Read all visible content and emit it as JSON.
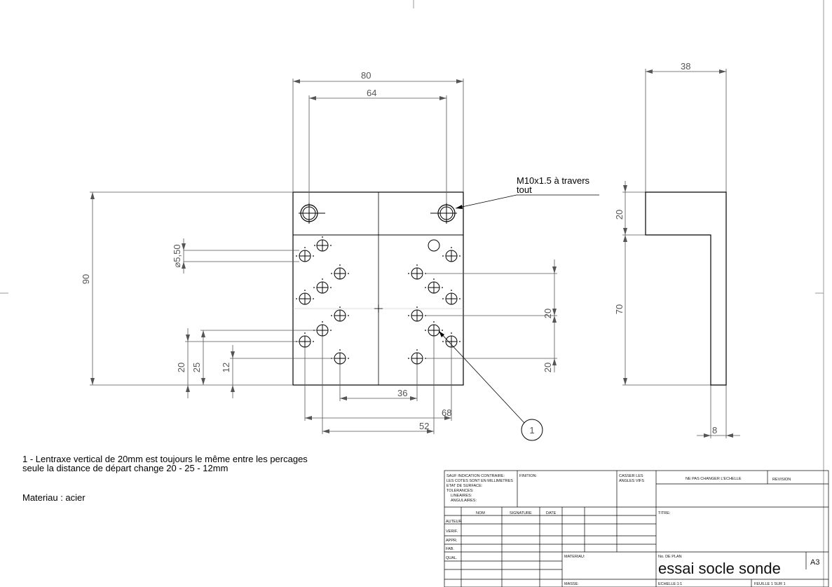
{
  "dimensions": {
    "front_width": "80",
    "front_hole_span": "64",
    "front_height": "90",
    "hole_diameter": "⌀5,50",
    "start_20": "20",
    "start_25": "25",
    "start_12": "12",
    "spacing_36": "36",
    "spacing_52": "52",
    "spacing_68": "68",
    "pitch_upper": "20",
    "pitch_lower": "20",
    "side_width": "38",
    "side_top": "20",
    "side_lower": "70",
    "side_wall": "8"
  },
  "callout": {
    "thread_note_line1": "M10x1.5 à travers",
    "thread_note_line2": "tout",
    "balloon": "1"
  },
  "notes": {
    "line1": "1 - Lentraxe vertical de 20mm est toujours le même entre les percages",
    "line2": "seule la distance de départ change 20 - 25 - 12mm",
    "material": "Materiau : acier"
  },
  "title_block": {
    "general_l1": "SAUF INDICATION CONTRAIRE:",
    "general_l2": "LES COTES SONT EN MILLIMETRES",
    "general_l3": "ETAT DE SURFACE:",
    "general_l4": "TOLERANCES:",
    "general_l5": "LINEAIRES:",
    "general_l6": "ANGULAIRES:",
    "finish": "FINITION:",
    "break_edges_l1": "CASSER LES",
    "break_edges_l2": "ANGLES VIFS",
    "no_scale": "NE PAS CHANGER L'ECHELLE",
    "revision": "REVISION",
    "col_name": "NOM",
    "col_signature": "SIGNATURE",
    "col_date": "DATE",
    "row_author": "AUTEUR",
    "row_verif": "VERIF.",
    "row_appr": "APPR.",
    "row_fab": "FAB.",
    "row_qual": "QUAL.",
    "title_label": "TITRE:",
    "material_label": "MATERIAU:",
    "drawing_no_label": "No. DE PLAN",
    "drawing_name": "essai socle sonde",
    "sheet_size": "A3",
    "mass_label": "MASSE:",
    "scale": "ECHELLE:1:1",
    "sheet": "FEUILLE 1 SUR 1"
  }
}
